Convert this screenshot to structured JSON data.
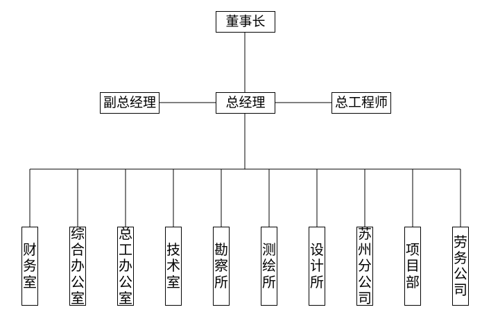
{
  "top": {
    "chairman": "董事长"
  },
  "middle": {
    "vice_gm": "副总经理",
    "gm": "总经理",
    "chief_engineer": "总工程师"
  },
  "departments": [
    "财务室",
    "综合办公室",
    "总工办公室",
    "技术室",
    "勘察所",
    "测绘所",
    "设计所",
    "苏州分公司",
    "项目部",
    "劳务公司"
  ]
}
